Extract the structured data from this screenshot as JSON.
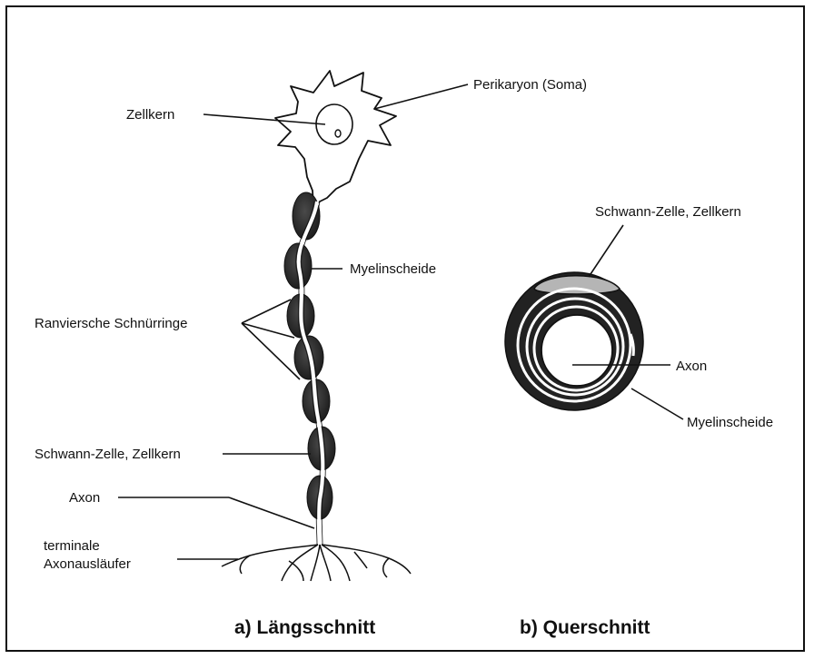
{
  "figure": {
    "longitudinal": {
      "caption": "a) Längsschnitt",
      "labels": {
        "nucleus": "Zellkern",
        "soma": "Perikaryon (Soma)",
        "myelin": "Myelinscheide",
        "nodes": "Ranviersche Schnürringe",
        "schwann": "Schwann-Zelle, Zellkern",
        "axon": "Axon",
        "terminal_1": "terminale",
        "terminal_2": "Axonausläufer"
      }
    },
    "cross_section": {
      "caption": "b) Querschnitt",
      "labels": {
        "schwann": "Schwann-Zelle, Zellkern",
        "axon": "Axon",
        "myelin": "Myelinscheide"
      }
    }
  },
  "colors": {
    "ink": "#111111",
    "sheath": "#2b2b2b",
    "schwann_cap": "#b5b5b5"
  }
}
